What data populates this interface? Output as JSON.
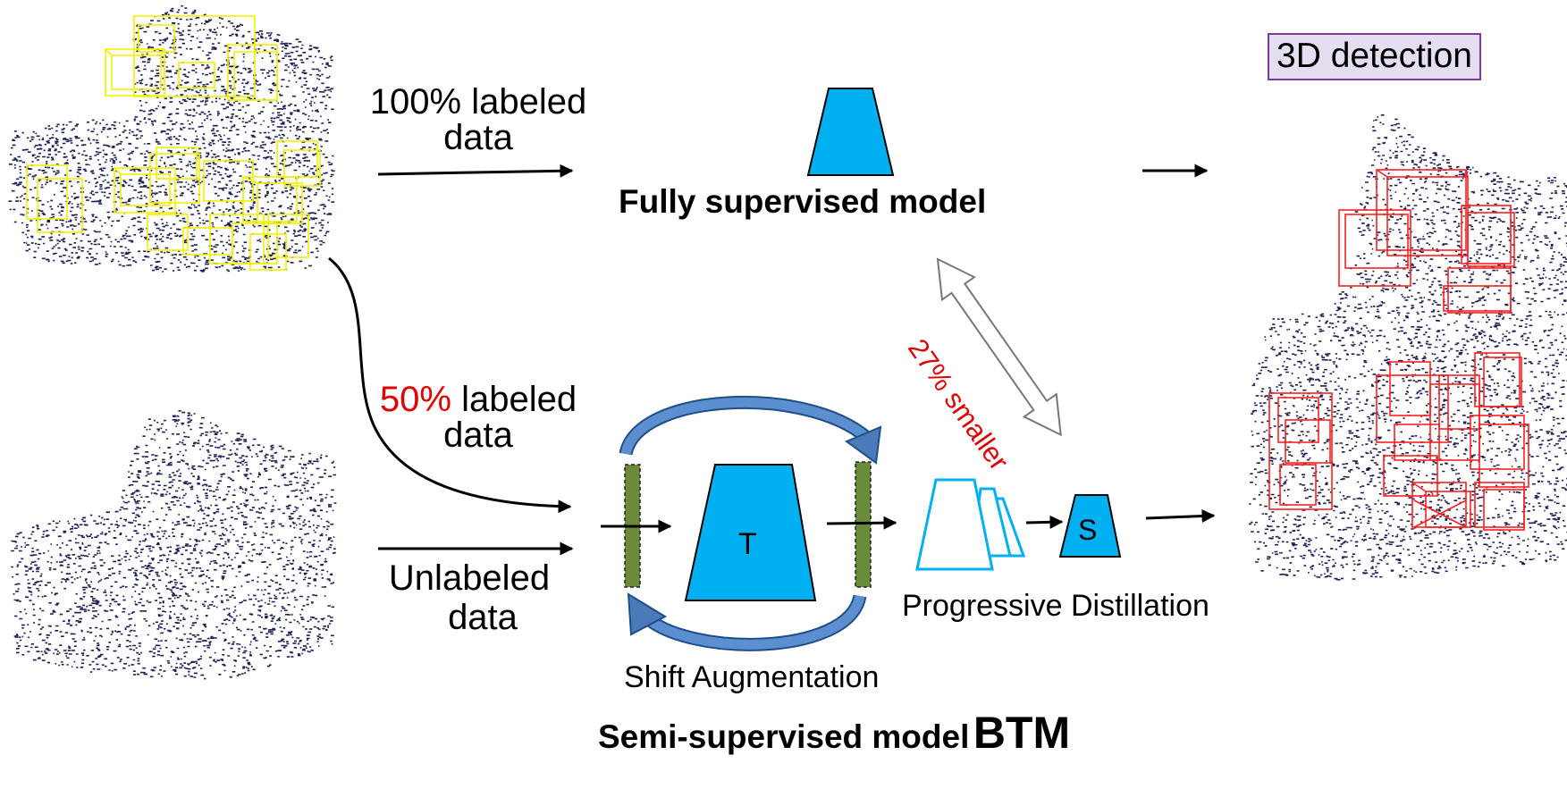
{
  "labels": {
    "full_pct": "100% labeled",
    "full_data": "data",
    "fully_model": "Fully supervised model",
    "detection": "3D detection",
    "half_pct": "50%",
    "half_labeled": "labeled",
    "half_data": "data",
    "unlabeled": "Unlabeled",
    "unlabeled_data": "data",
    "teacher": "T",
    "student": "S",
    "distillation": "Progressive Distillation",
    "shift": "Shift Augmentation",
    "semi_model": "Semi-supervised model",
    "btm": "BTM",
    "smaller": "27% smaller"
  },
  "colors": {
    "model_fill": "#00b0f0",
    "feature_fill": "#6b8a3a",
    "cycle_arrow": "#4a7ab8",
    "point_color": "#1c1f52",
    "gt_box": "#f2f200",
    "pred_box": "#ff2020",
    "accent_red": "#e00000"
  }
}
